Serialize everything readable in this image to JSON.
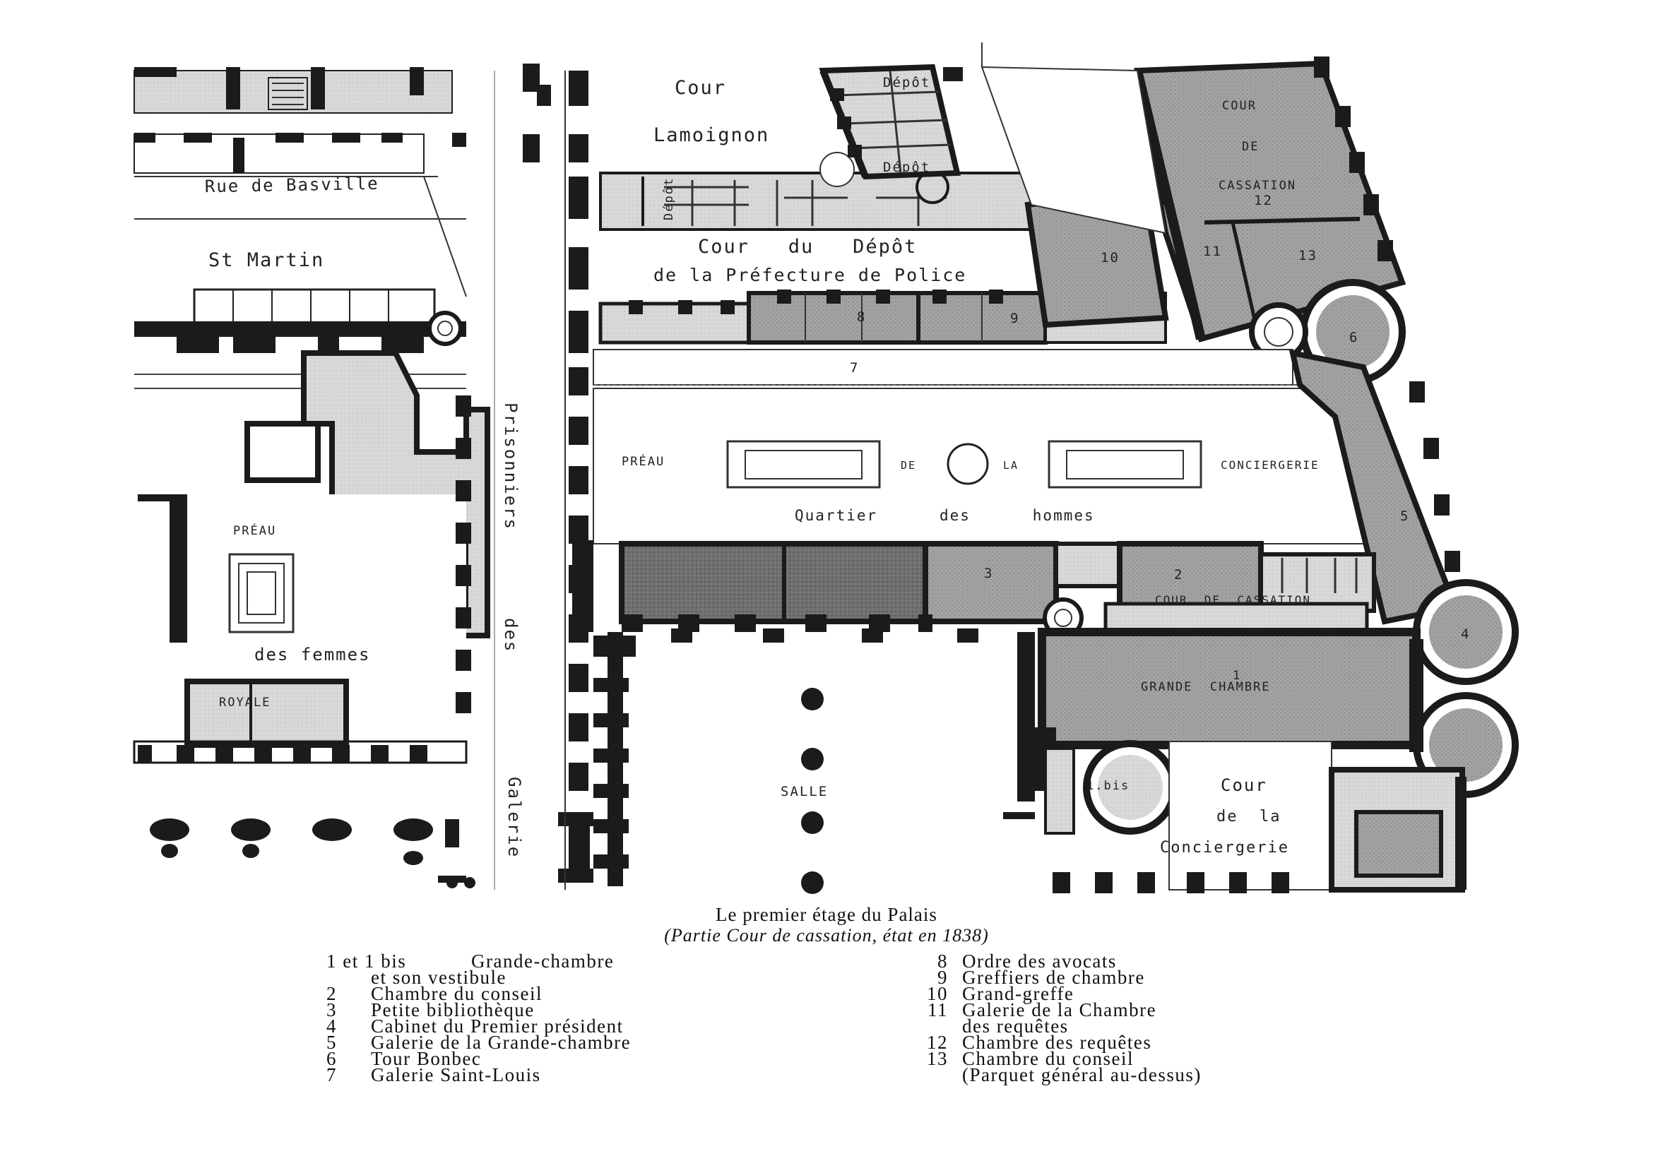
{
  "plan": {
    "labels": {
      "cour_lamoignon_1": "Cour",
      "cour_lamoignon_2": "Lamoignon",
      "depot_top": "Dépôt",
      "depot_mid": "Dépôt",
      "depot_vertical": "Dépôt",
      "rue_basville": "Rue de Basville",
      "st_martin": "St Martin",
      "cour_depot_1": "Cour   du   Dépôt",
      "cour_depot_2": "de la Préfecture de Police",
      "cour_cassation_1": "COUR",
      "cour_cassation_2": "DE",
      "cour_cassation_3": "CASSATION",
      "preau_hommes_1": "PRÉAU",
      "preau_hommes_2": "DE",
      "preau_hommes_3": "LA",
      "preau_hommes_4": "CONCIERGERIE",
      "quartier_hommes": "Quartier      des      hommes",
      "prisonniers": "Prisonniers",
      "des_vertical": "des",
      "galerie_vertical": "Galerie",
      "preau_femmes": "PRÉAU",
      "des_femmes": "des femmes",
      "royale": "ROYALE",
      "cour_cassation_small": "COUR  DE  CASSATION",
      "grande_chambre": "GRANDE  CHAMBRE",
      "salle": "SALLE",
      "cour_conciergerie_1": "Cour",
      "cour_conciergerie_2": "de  la",
      "cour_conciergerie_3": "Conciergerie",
      "n1": "1",
      "n1bis": "1.bis",
      "n2": "2",
      "n3": "3",
      "n4": "4",
      "n5": "5",
      "n6": "6",
      "n7": "7",
      "n8": "8",
      "n9": "9",
      "n10": "10",
      "n11": "11",
      "n12": "12",
      "n13": "13"
    }
  },
  "caption": {
    "title": "Le premier étage du Palais",
    "subtitle": "(Partie Cour de cassation, état en 1838)"
  },
  "legend": {
    "left": [
      {
        "num": "1 et 1 bis",
        "text": "Grande-chambre"
      },
      {
        "num": "",
        "text": "et son vestibule"
      },
      {
        "num": "2",
        "text": "Chambre du conseil"
      },
      {
        "num": "3",
        "text": "Petite bibliothèque"
      },
      {
        "num": "4",
        "text": "Cabinet du Premier président"
      },
      {
        "num": "5",
        "text": "Galerie de la Grande-chambre"
      },
      {
        "num": "6",
        "text": "Tour Bonbec"
      },
      {
        "num": "7",
        "text": "Galerie Saint-Louis"
      }
    ],
    "right": [
      {
        "num": "8",
        "text": "Ordre des avocats"
      },
      {
        "num": "9",
        "text": "Greffiers de chambre"
      },
      {
        "num": "10",
        "text": "Grand-greffe"
      },
      {
        "num": "11",
        "text": "Galerie de la Chambre"
      },
      {
        "num": "",
        "text": "des requêtes"
      },
      {
        "num": "12",
        "text": "Chambre des requêtes"
      },
      {
        "num": "13",
        "text": "Chambre du conseil"
      },
      {
        "num": "",
        "text": "(Parquet général au-dessus)"
      }
    ]
  },
  "colors": {
    "wall": "#1b1b1b",
    "shaded_room": "#9c9c9c",
    "dark_room": "#6e6e6e",
    "light_room": "#d6d6d6"
  }
}
